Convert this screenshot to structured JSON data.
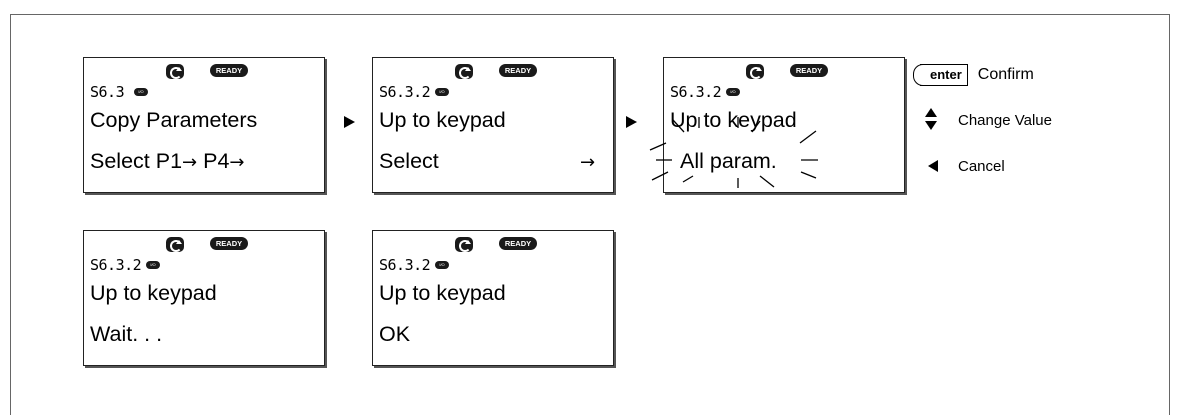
{
  "indicators": {
    "ready": "READY",
    "io": "I/O Term"
  },
  "panels": [
    {
      "code": "S6.3",
      "line1": "Copy Parameters",
      "line2": "Select  P1",
      "line2_mid": "P4",
      "arrow": "→"
    },
    {
      "code": "S6.3.2",
      "line1": "Up to keypad",
      "line2": "Select",
      "arrow": "→"
    },
    {
      "code": "S6.3.2",
      "line1": "Up to keypad",
      "line2": "All param."
    },
    {
      "code": "S6.3.2",
      "line1": "Up to keypad",
      "line2": "Wait. . ."
    },
    {
      "code": "S6.3.2",
      "line1": "Up to keypad",
      "line2": "OK"
    }
  ],
  "legend": {
    "enter_key": "enter",
    "confirm": "Confirm",
    "change_value": "Change Value",
    "cancel": "Cancel"
  },
  "icons": {
    "rotation": "rotation-indicator-icon",
    "step": "right-triangle-icon",
    "updown": "up-down-arrows-icon",
    "cancel": "left-triangle-icon"
  }
}
